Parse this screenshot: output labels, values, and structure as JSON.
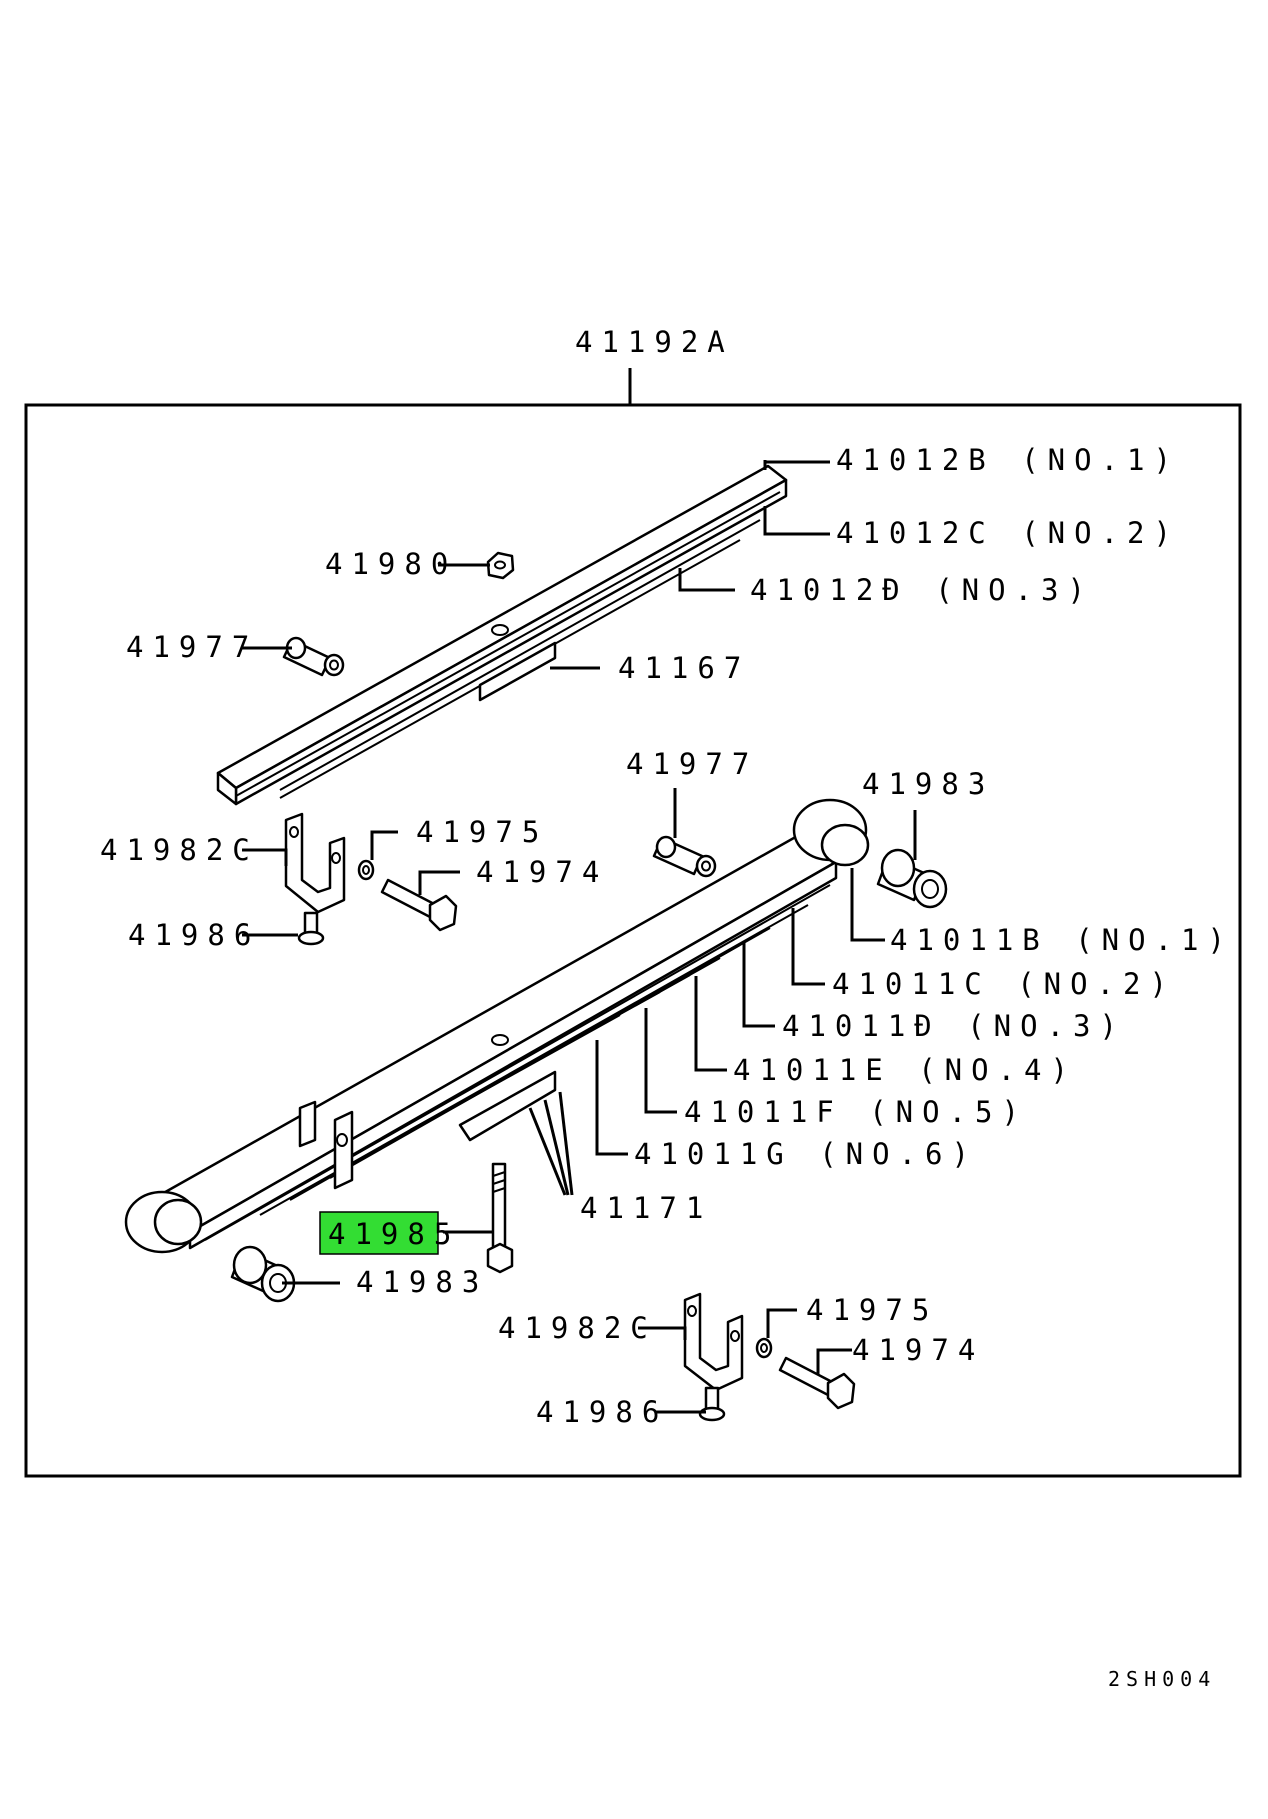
{
  "assembly_label": "41192A",
  "drawing_code": "2SH004",
  "highlight_color": "#33dd33",
  "highlighted_part": "41985",
  "callouts": {
    "c41012B": "41012B (NO.1)",
    "c41012C": "41012C (NO.2)",
    "c41012D": "41012Ð (NO.3)",
    "c41980": "41980",
    "c41977a": "41977",
    "c41167": "41167",
    "c41977b": "41977",
    "c41983a": "41983",
    "c41982Ca": "41982C",
    "c41975a": "41975",
    "c41974a": "41974",
    "c41986a": "41986",
    "c41011B": "41011B (NO.1)",
    "c41011C": "41011C (NO.2)",
    "c41011D": "41011Ð (NO.3)",
    "c41011E": "41011E (NO.4)",
    "c41011F": "41011F (NO.5)",
    "c41011G": "41011G (NO.6)",
    "c41171": "41171",
    "c41985": "41985",
    "c41983b": "41983",
    "c41982Cb": "41982C",
    "c41975b": "41975",
    "c41974b": "41974",
    "c41986b": "41986"
  }
}
